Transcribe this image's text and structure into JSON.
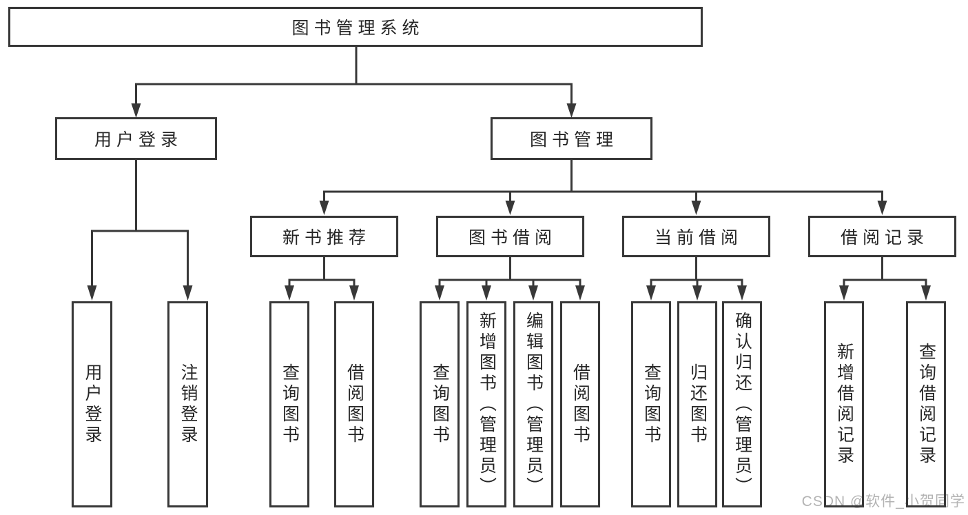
{
  "diagram": {
    "root": {
      "label": "图书管理系统"
    },
    "user_login": {
      "label": "用户登录",
      "children": [
        {
          "label": "用户登录"
        },
        {
          "label": "注销登录"
        }
      ]
    },
    "book_mgmt": {
      "label": "图书管理",
      "children": [
        {
          "label": "新书推荐",
          "children": [
            {
              "label": "查询图书"
            },
            {
              "label": "借阅图书"
            }
          ]
        },
        {
          "label": "图书借阅",
          "children": [
            {
              "label": "查询图书"
            },
            {
              "label": "新增图书（管理员）"
            },
            {
              "label": "编辑图书（管理员）"
            },
            {
              "label": "借阅图书"
            }
          ]
        },
        {
          "label": "当前借阅",
          "children": [
            {
              "label": "查询图书"
            },
            {
              "label": "归还图书"
            },
            {
              "label": "确认归还（管理员）"
            }
          ]
        },
        {
          "label": "借阅记录",
          "children": [
            {
              "label": "新增借阅记录"
            },
            {
              "label": "查询借阅记录"
            }
          ]
        }
      ]
    }
  },
  "watermark": {
    "text": "CSDN @软件_小贺同学"
  },
  "colors": {
    "line": "#383838",
    "box_background": "#ffffff",
    "text": "#262626",
    "watermark": "#b3b3b3",
    "page_background": "#ffffff"
  }
}
